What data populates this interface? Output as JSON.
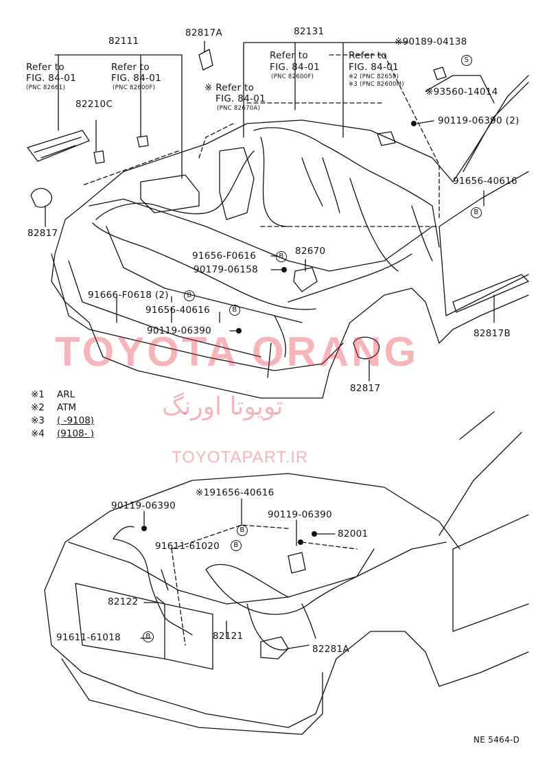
{
  "parts": {
    "p82111": "82111",
    "p82817A": "82817A",
    "p82131": "82131",
    "p82210C": "82210C",
    "p82817_left": "82817",
    "p82817_right": "82817",
    "p82817B": "82817B",
    "p82670": "82670",
    "p90189": "※90189-04138",
    "p93560": "※93560-14014",
    "p90119_2": "90119-06390 (2)",
    "p91656_right": "91656-40616",
    "p91656_F0616": "91656-F0616",
    "p90179": "90179-06158",
    "p91666_2": "91666-F0618 (2)",
    "p91656_mid": "91656-40616",
    "p90119_mid": "90119-06390",
    "p90119_low1": "90119-06390",
    "p191656": "※191656-40616",
    "p90119_low2": "90119-06390",
    "p82001": "82001",
    "p91611_61020": "91611-61020",
    "p82122": "82122",
    "p91611_61018": "91611-61018",
    "p82121": "82121",
    "p82281A": "82281A"
  },
  "refs": {
    "r1_title": "Refer to",
    "r1_fig": "FIG. 84-01",
    "r1_pnc": "(PNC 82661)",
    "r2_title": "Refer to",
    "r2_fig": "FIG. 84-01",
    "r2_pnc": "(PNC 82600F)",
    "r3_title": "※ Refer to",
    "r3_fig": "FIG. 84-01",
    "r3_pnc": "(PNC 82670A)",
    "r4_title": "Refer to",
    "r4_fig": "FIG. 84-01",
    "r4_pnc": "(PNC 82600F)",
    "r5_title": "Refer to",
    "r5_fig": "FIG. 84-01",
    "r5_pnc1": "※2 (PNC 82650)",
    "r5_pnc2": "※3 (PNC 82600M)"
  },
  "legend": [
    {
      "mark": "※1",
      "text": "ARL"
    },
    {
      "mark": "※2",
      "text": "ATM"
    },
    {
      "mark": "※3",
      "text": "(        -9108)"
    },
    {
      "mark": "※4",
      "text": "(9108-        )"
    }
  ],
  "circle_mark": "B",
  "circle_mark_small": "S",
  "watermark": {
    "line1": "TOYOTA ORANG",
    "line2": "تویوتا اورنگ",
    "line3": "TOYOTAPART.IR"
  },
  "figure_code": "NE 5464-D",
  "colors": {
    "ink": "#111111",
    "watermark": "#e6283c"
  }
}
